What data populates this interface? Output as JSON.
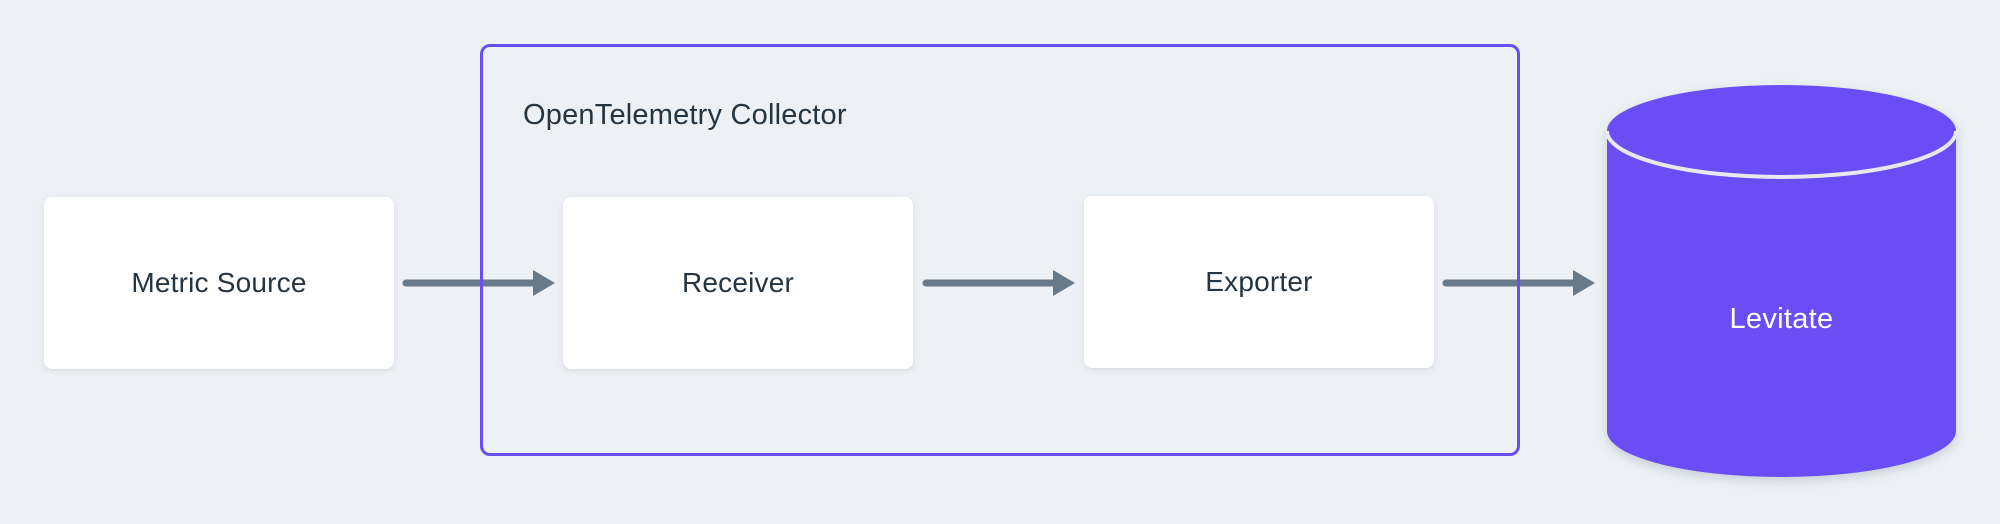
{
  "diagram": {
    "type": "flow-diagram",
    "container": {
      "label": "OpenTelemetry Collector"
    },
    "nodes": {
      "metric_source": {
        "label": "Metric Source",
        "shape": "rectangle"
      },
      "receiver": {
        "label": "Receiver",
        "shape": "rectangle",
        "inside": "OpenTelemetry Collector"
      },
      "exporter": {
        "label": "Exporter",
        "shape": "rectangle",
        "inside": "OpenTelemetry Collector"
      },
      "levitate": {
        "label": "Levitate",
        "shape": "database-cylinder"
      }
    },
    "edges": [
      {
        "from": "Metric Source",
        "to": "Receiver"
      },
      {
        "from": "Receiver",
        "to": "Exporter"
      },
      {
        "from": "Exporter",
        "to": "Levitate"
      }
    ],
    "colors": {
      "background": "#edf1f5",
      "node_fill": "#ffffff",
      "node_text": "#263441",
      "accent_purple": "#6b4df5",
      "container_border": "#6b4df5",
      "arrow": "#68798a",
      "cylinder_divider": "#e8e9f0",
      "levitate_text": "#ffffff"
    }
  }
}
